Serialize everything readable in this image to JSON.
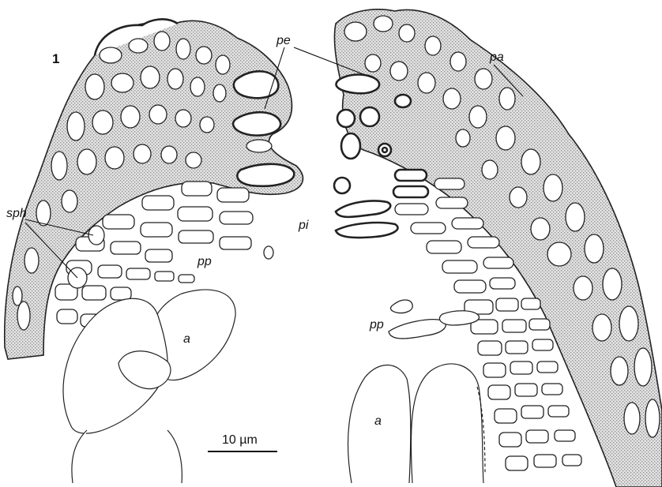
{
  "figure": {
    "panel_number": "1",
    "labels": {
      "pe": "pe",
      "pa": "pa",
      "sph": "sph",
      "pi": "pi",
      "pp_left": "pp",
      "pp_right": "pp",
      "a_left": "a",
      "a_right": "a"
    },
    "scale_bar": {
      "label": "10 µm"
    },
    "colors": {
      "line": "#222222",
      "stipple": "#9a9a9a",
      "background": "#ffffff"
    }
  }
}
